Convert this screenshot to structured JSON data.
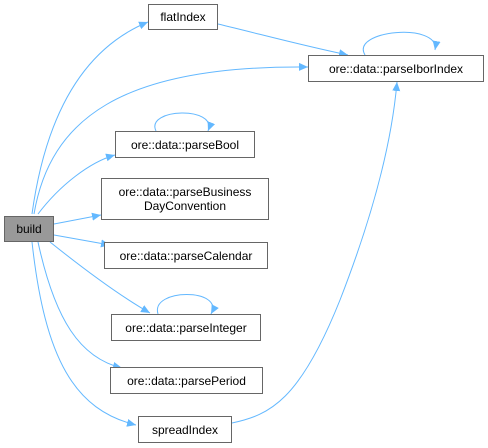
{
  "graph": {
    "nodes": {
      "build": "build",
      "flatIndex": "flatIndex",
      "parseIborIndex": "ore::data::parseIborIndex",
      "parseBool": "ore::data::parseBool",
      "parseBDC_line1": "ore::data::parseBusiness",
      "parseBDC_line2": "DayConvention",
      "parseCalendar": "ore::data::parseCalendar",
      "parseInteger": "ore::data::parseInteger",
      "parsePeriod": "ore::data::parsePeriod",
      "spreadIndex": "spreadIndex"
    },
    "edge_color": "#63b8ff"
  }
}
